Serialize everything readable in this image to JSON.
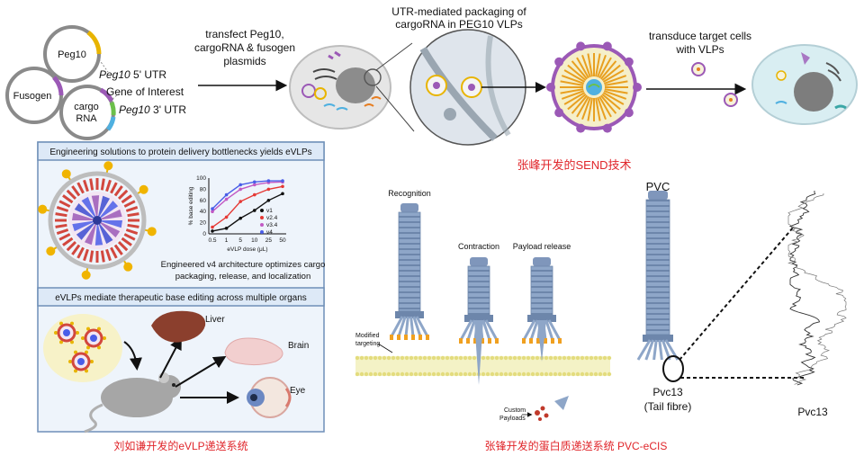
{
  "colors": {
    "red_caption": "#e0262b",
    "panel_fill": "#dde9f7",
    "panel_border": "#6f8fb8",
    "fiber_fill": "#8ea6c8",
    "membrane": "#e9e6a0",
    "cell_fill": "#d9eef2",
    "orange": "#f0a020",
    "purple": "#9b59b6"
  },
  "top": {
    "plasmid_peg10": "Peg10",
    "plasmid_fusogen": "Fusogen",
    "plasmid_cargo_line1": "cargo",
    "plasmid_cargo_line2": "RNA",
    "utr5_italic": "Peg10",
    "utr5_rest": " 5' UTR",
    "goi": "Gene of Interest",
    "utr3_italic": "Peg10",
    "utr3_rest": " 3' UTR",
    "transfect_line1": "transfect Peg10,",
    "transfect_line2": "cargoRNA & fusogen",
    "transfect_line3": "plasmids",
    "utr_pack_line1": "UTR-mediated packaging of",
    "utr_pack_line2": "cargoRNA in PEG10 VLPs",
    "transduce_line1": "transduce target cells",
    "transduce_line2": "with VLPs",
    "caption": "张峰开发的SEND技术"
  },
  "evlp": {
    "header1": "Engineering solutions to protein delivery bottlenecks yields eVLPs",
    "header2": "eVLPs mediate therapeutic base editing across multiple organs",
    "engineered_line1": "Engineered v4 architecture optimizes cargo",
    "engineered_line2": "packaging, release, and localization",
    "organ_liver": "Liver",
    "organ_brain": "Brain",
    "organ_eye": "Eye",
    "caption": "刘如谦开发的eVLP递送系统"
  },
  "chart_data": {
    "type": "line",
    "ylabel": "% base editing",
    "xlabel": "eVLP dose (μL)",
    "categories": [
      "0.5",
      "1",
      "5",
      "10",
      "25",
      "50"
    ],
    "yticks": [
      "0",
      "20",
      "40",
      "60",
      "80",
      "100"
    ],
    "ylim": [
      0,
      100
    ],
    "series": [
      {
        "name": "v1",
        "color": "#111111",
        "values": [
          5,
          10,
          28,
          42,
          60,
          72
        ]
      },
      {
        "name": "v2.4",
        "color": "#e53935",
        "values": [
          12,
          30,
          58,
          70,
          80,
          85
        ]
      },
      {
        "name": "v3.4",
        "color": "#c25ac4",
        "values": [
          40,
          62,
          80,
          88,
          92,
          93
        ]
      },
      {
        "name": "v4",
        "color": "#4a5de8",
        "values": [
          45,
          70,
          88,
          93,
          95,
          95
        ]
      }
    ]
  },
  "pvc_ecis": {
    "recognition": "Recognition",
    "contraction": "Contraction",
    "payload_release": "Payload release",
    "modified_line1": "Modified",
    "modified_line2": "targeting",
    "custom_line1": "Custom",
    "custom_line2": "Payloads",
    "pvc": "PVC",
    "pvc13_line1": "Pvc13",
    "pvc13_line2": "(Tail fibre)",
    "pvc13_right": "Pvc13",
    "caption": "张锋开发的蛋白质递送系统 PVC-eCIS"
  }
}
